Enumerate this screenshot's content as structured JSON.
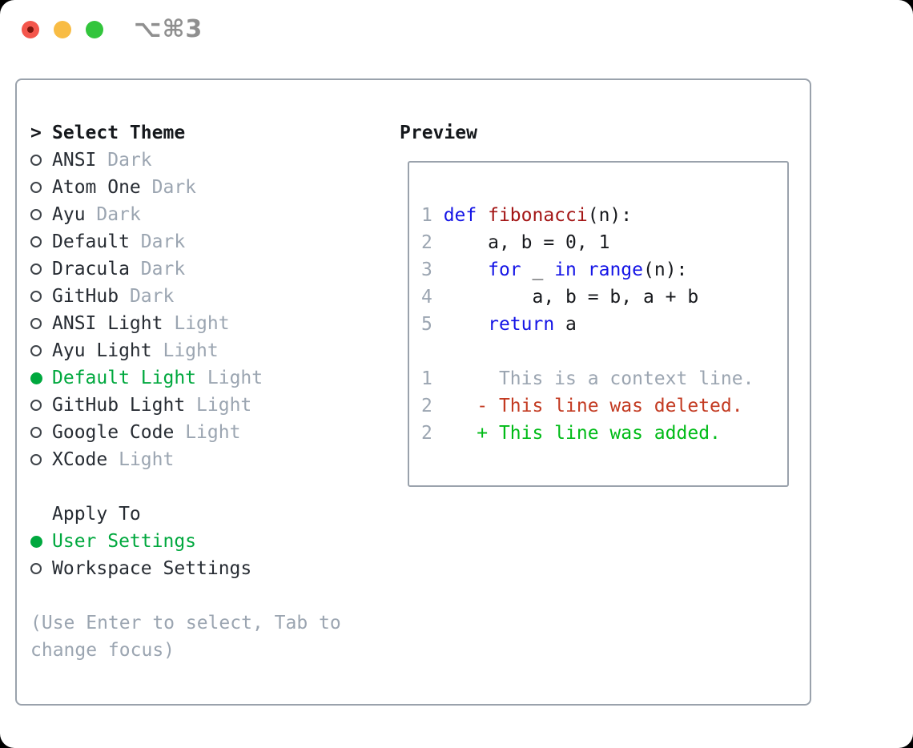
{
  "titlebar": {
    "shortcut": "⌥⌘3",
    "buttons": [
      "close-button",
      "minimize-button",
      "zoom-button"
    ]
  },
  "theme_picker": {
    "prompt": ">",
    "title": "Select Theme",
    "items": [
      {
        "name": "ANSI",
        "variant": "Dark",
        "selected": false
      },
      {
        "name": "Atom One",
        "variant": "Dark",
        "selected": false
      },
      {
        "name": "Ayu",
        "variant": "Dark",
        "selected": false
      },
      {
        "name": "Default",
        "variant": "Dark",
        "selected": false
      },
      {
        "name": "Dracula",
        "variant": "Dark",
        "selected": false
      },
      {
        "name": "GitHub",
        "variant": "Dark",
        "selected": false
      },
      {
        "name": "ANSI Light",
        "variant": "Light",
        "selected": false
      },
      {
        "name": "Ayu Light",
        "variant": "Light",
        "selected": false
      },
      {
        "name": "Default Light",
        "variant": "Light",
        "selected": true
      },
      {
        "name": "GitHub Light",
        "variant": "Light",
        "selected": false
      },
      {
        "name": "Google Code",
        "variant": "Light",
        "selected": false
      },
      {
        "name": "XCode",
        "variant": "Light",
        "selected": false
      }
    ]
  },
  "apply_to": {
    "title": "Apply To",
    "options": [
      {
        "label": "User Settings",
        "selected": true
      },
      {
        "label": "Workspace Settings",
        "selected": false
      }
    ]
  },
  "hint": {
    "lines": [
      "(Use Enter to select, Tab to",
      "change focus)"
    ]
  },
  "preview": {
    "title": "Preview",
    "code_lines": [
      {
        "segments": [
          [
            "1 ",
            "ln"
          ],
          [
            "def ",
            "kw"
          ],
          [
            "fibonacci",
            "fn"
          ],
          [
            "(n):",
            "pl"
          ]
        ]
      },
      {
        "segments": [
          [
            "2 ",
            "ln"
          ],
          [
            "    a, b = 0, 1",
            "pl"
          ]
        ]
      },
      {
        "segments": [
          [
            "3 ",
            "ln"
          ],
          [
            "    ",
            "pl"
          ],
          [
            "for",
            "kw"
          ],
          [
            " _ ",
            "pl"
          ],
          [
            "in",
            "kw"
          ],
          [
            " ",
            "pl"
          ],
          [
            "range",
            "kw"
          ],
          [
            "(n):",
            "pl"
          ]
        ]
      },
      {
        "segments": [
          [
            "4 ",
            "ln"
          ],
          [
            "        a, b = b, a + b",
            "pl"
          ]
        ]
      },
      {
        "segments": [
          [
            "5 ",
            "ln"
          ],
          [
            "    ",
            "pl"
          ],
          [
            "return",
            "kw"
          ],
          [
            " a",
            "pl"
          ]
        ]
      },
      {
        "segments": []
      },
      {
        "segments": [
          [
            "1",
            "ln"
          ],
          [
            "      This is a context line.",
            "ctx"
          ]
        ]
      },
      {
        "segments": [
          [
            "2",
            "ln"
          ],
          [
            "    ",
            "pl"
          ],
          [
            "- This line was deleted.",
            "del"
          ]
        ]
      },
      {
        "segments": [
          [
            "2",
            "ln"
          ],
          [
            "    ",
            "pl"
          ],
          [
            "+ This line was added.",
            "add"
          ]
        ]
      }
    ]
  },
  "colors": {
    "accent_green": "#00a83e",
    "muted_gray": "#9ba5b1",
    "text_dark": "#272c33",
    "header_dark": "#15181c",
    "border_gray": "#9aa2ac",
    "circle_stroke": "#3f444a",
    "keyword_blue": "#1414e6",
    "function_red": "#a31515",
    "diff_deleted_red": "#c33a21",
    "diff_added_green": "#00bb17",
    "traffic_red": "#f4564c",
    "traffic_red_dot": "#7d150d",
    "traffic_yellow": "#f8bc44",
    "traffic_green": "#32c53c",
    "shortcut_gray": "#8f8f8f"
  }
}
